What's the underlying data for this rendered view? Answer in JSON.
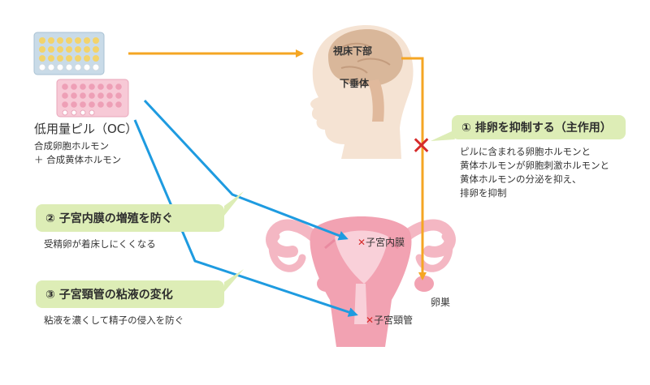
{
  "pill": {
    "title": "低用量ピル（OC）",
    "line1": "合成卵胞ホルモン",
    "line2": "＋ 合成黄体ホルモン"
  },
  "brain": {
    "hypothalamus": "視床下部",
    "pituitary": "下垂体"
  },
  "callouts": [
    {
      "title": "① 排卵を抑制する（主作用）",
      "desc": [
        "ピルに含まれる卵胞ホルモンと",
        "黄体ホルモンが卵胞刺激ホルモンと",
        "黄体ホルモンの分泌を抑え、",
        "排卵を抑制"
      ]
    },
    {
      "title": "② 子宮内膜の増殖を防ぐ",
      "desc": [
        "受精卵が着床しにくくなる"
      ]
    },
    {
      "title": "③ 子宮頸管の粘液の変化",
      "desc": [
        "粘液を濃くして精子の侵入を防ぐ"
      ]
    }
  ],
  "uterus": {
    "endometrium": "子宮内膜",
    "cervix": "子宮頸管",
    "ovary": "卵巣"
  },
  "marks": {
    "x_small": "✕",
    "x_big": "✕"
  },
  "colors": {
    "orange_arrow": "#f5a623",
    "blue_arrow": "#1e9be0",
    "callout_green": "#ddedb6",
    "red_mark": "#d62b2b",
    "organ_pink": "#f2a2b2",
    "brain_tan": "#d9b79a"
  }
}
